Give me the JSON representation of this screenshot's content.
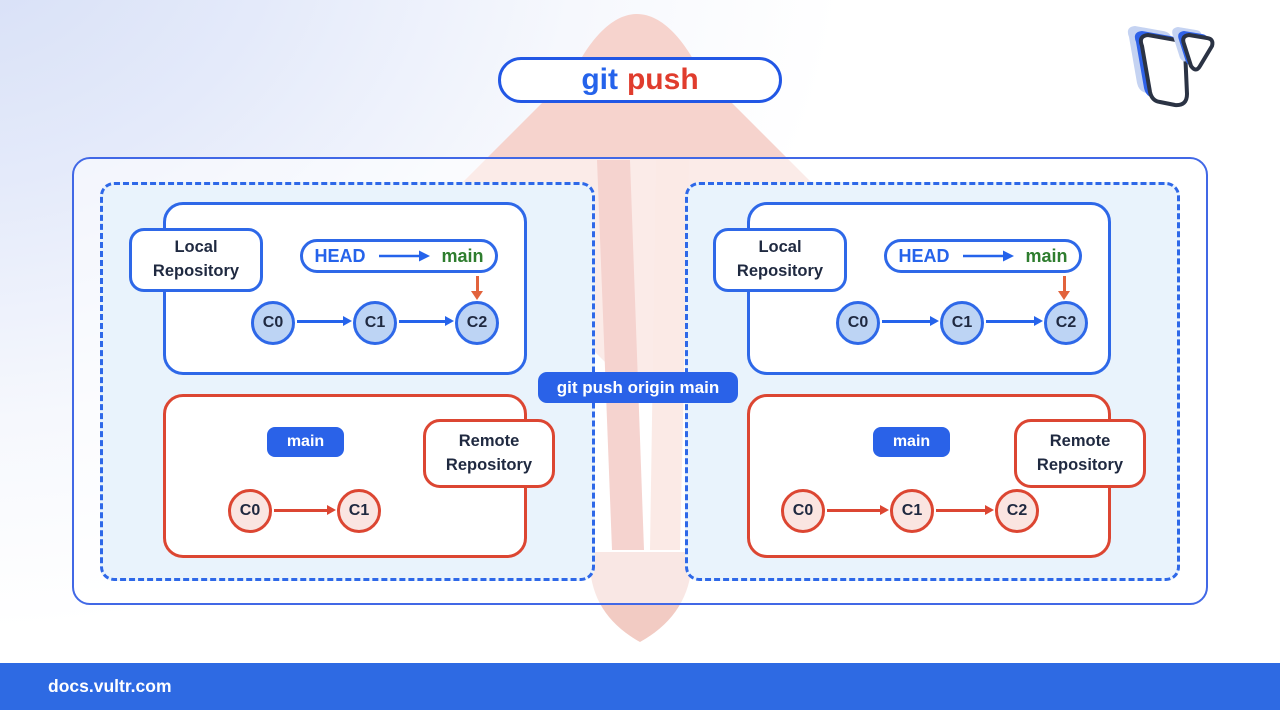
{
  "title": {
    "word1": "git",
    "word2": "push"
  },
  "command": "git push origin main",
  "footer": {
    "url": "docs.vultr.com"
  },
  "panels": {
    "before": {
      "local": {
        "title_lines": [
          "Local",
          "Repository"
        ],
        "head": "HEAD",
        "branch": "main",
        "commits": [
          "C0",
          "C1",
          "C2"
        ]
      },
      "remote": {
        "title_lines": [
          "Remote",
          "Repository"
        ],
        "branch": "main",
        "commits": [
          "C0",
          "C1"
        ]
      }
    },
    "after": {
      "local": {
        "title_lines": [
          "Local",
          "Repository"
        ],
        "head": "HEAD",
        "branch": "main",
        "commits": [
          "C0",
          "C1",
          "C2"
        ]
      },
      "remote": {
        "title_lines": [
          "Remote",
          "Repository"
        ],
        "branch": "main",
        "commits": [
          "C0",
          "C1",
          "C2"
        ]
      }
    }
  },
  "colors": {
    "blue": "#2563eb",
    "border_blue": "#2e68e8",
    "red": "#dc4632",
    "green": "#2e7d2e",
    "orange": "#e2633c",
    "navy_text": "#1f2940",
    "panel_bg": "#e9f3fc",
    "commit_blue_fill": "#bdd4f4",
    "commit_red_fill": "#fae5e1",
    "watermark_pink": "#f6d3cd",
    "footer_bar": "#2e6ae3"
  }
}
